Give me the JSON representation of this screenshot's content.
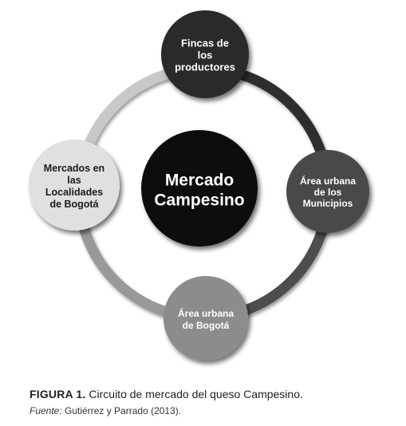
{
  "diagram": {
    "center": {
      "lines": [
        "Mercado",
        "Campesino"
      ]
    },
    "nodes": [
      {
        "id": "top",
        "lines": [
          "Fincas de",
          "los",
          "productores"
        ]
      },
      {
        "id": "right",
        "lines": [
          "Área urbana",
          "de los",
          "Municipios"
        ]
      },
      {
        "id": "bottom",
        "lines": [
          "Área urbana",
          "de Bogotá"
        ]
      },
      {
        "id": "left",
        "lines": [
          "Mercados en",
          "las",
          "Localidades",
          "de Bogotá"
        ]
      }
    ],
    "colors": {
      "center_fill": "#0d0d0d",
      "top_fill": "#2a2a2a",
      "right_fill": "#4a4a4a",
      "bottom_fill": "#8c8c8c",
      "left_fill": "#e0e0e0",
      "arc_top_right": "#2f2f2f",
      "arc_right_bottom": "#4e4e4e",
      "arc_bottom_left": "#999999",
      "arc_left_top": "#c8c8c8"
    }
  },
  "caption": {
    "label": "FIGURA 1.",
    "text": " Circuito de mercado del queso Campesino."
  },
  "source": {
    "label": "Fuente:",
    "text": " Gutiérrez y Parrado (2013)."
  }
}
